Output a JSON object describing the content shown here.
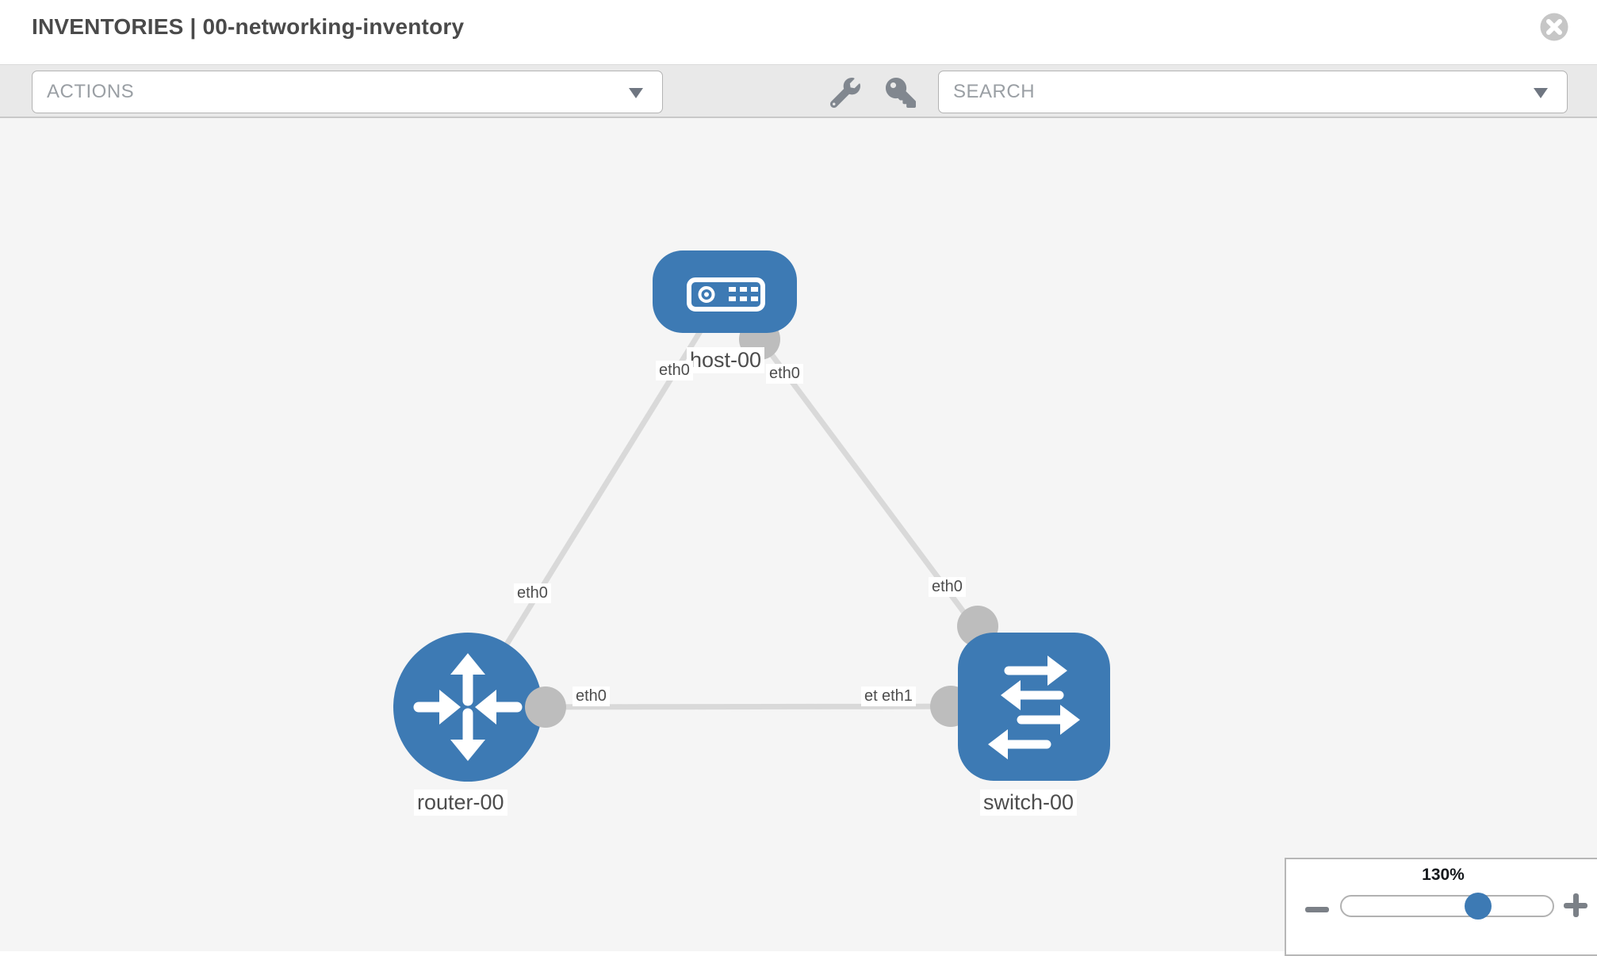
{
  "header": {
    "title": "INVENTORIES | 00-networking-inventory"
  },
  "toolbar": {
    "actions": {
      "label": "ACTIONS",
      "icon": "chevron-down-icon"
    },
    "tools": [
      {
        "icon": "wrench-icon"
      },
      {
        "icon": "key-icon"
      }
    ],
    "search": {
      "placeholder": "SEARCH",
      "icon": "chevron-down-icon"
    }
  },
  "diagram": {
    "nodes": [
      {
        "label": "host-00",
        "type": "host",
        "icon": "host-icon"
      },
      {
        "label": "router-00",
        "type": "router",
        "icon": "router-icon"
      },
      {
        "label": "switch-00",
        "type": "switch",
        "icon": "switch-icon"
      }
    ],
    "links": [
      {
        "from": "host-00",
        "to": "router-00",
        "from_interface": "eth0",
        "to_interface": "eth0"
      },
      {
        "from": "host-00",
        "to": "switch-00",
        "from_interface": "eth0",
        "to_interface": "eth0"
      },
      {
        "from": "router-00",
        "to": "switch-00",
        "from_interface": "eth0",
        "to_interface": "eth1"
      }
    ],
    "interface_labels": [
      "eth0",
      "eth0",
      "eth0",
      "eth0",
      "eth0",
      "eth1",
      "eth1"
    ]
  },
  "zoom_control": {
    "level": "130%"
  },
  "colors": {
    "node_blue": "#3d7ab4",
    "edge_gray": "#d9d9d9",
    "port_gray": "#bdbdbd",
    "toolbar_bg": "#e9e9e9",
    "canvas_bg": "#f5f5f5"
  }
}
